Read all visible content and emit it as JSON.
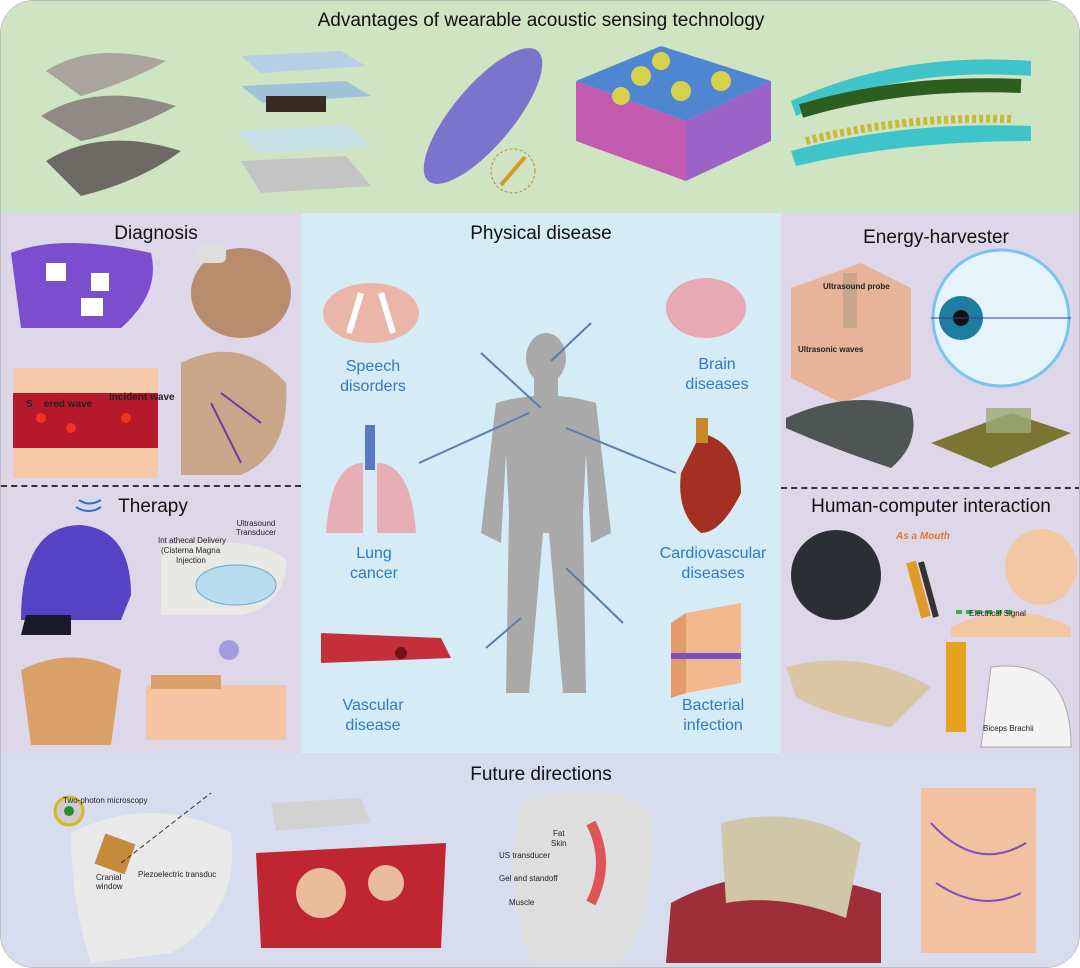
{
  "sections": {
    "top": {
      "title": "Advantages of wearable acoustic sensing technology"
    },
    "diagnosis": {
      "title": "Diagnosis",
      "labels": {
        "incident": "Incident wave",
        "scattered": "S    ered wave"
      }
    },
    "therapy": {
      "title": "Therapy",
      "labels": {
        "transducer": "Ultrasound Transducer",
        "delivery1": "Int athecal Delivery",
        "delivery2": "(Cisterna Magna",
        "delivery3": "Injection"
      }
    },
    "physical": {
      "title": "Physical disease",
      "diseases": [
        {
          "line1": "Speech",
          "line2": "disorders"
        },
        {
          "line1": "Brain",
          "line2": "diseases"
        },
        {
          "line1": "Lung",
          "line2": "cancer"
        },
        {
          "line1": "Cardiovascular",
          "line2": "diseases"
        },
        {
          "line1": "Vascular",
          "line2": "disease"
        },
        {
          "line1": "Bacterial",
          "line2": "infection"
        }
      ]
    },
    "energy": {
      "title": "Energy-harvester",
      "labels": {
        "probe": "Ultrasound probe",
        "waves": "Ultrasonic waves"
      }
    },
    "hci": {
      "title": "Human-computer interaction",
      "labels": {
        "mouth": "As a Mouth",
        "signal": "Electrical Signal",
        "biceps": "Biceps Brachii"
      }
    },
    "future": {
      "title": "Future directions",
      "labels": {
        "microscopy": "Two-photon microscopy",
        "cranial1": "Cranial",
        "cranial2": "window",
        "piezo": "Piezoelectric transduc",
        "us": "US transducer",
        "gel": "Gel and standoff",
        "muscle": "Muscle",
        "fat": "Fat",
        "skin": "Skin"
      }
    }
  },
  "colors": {
    "top": "#cfe4c2",
    "side": "#ddd7e9",
    "center": "#d5ecf6",
    "bottom": "#d7ddee",
    "label": "#2e7bbd"
  }
}
